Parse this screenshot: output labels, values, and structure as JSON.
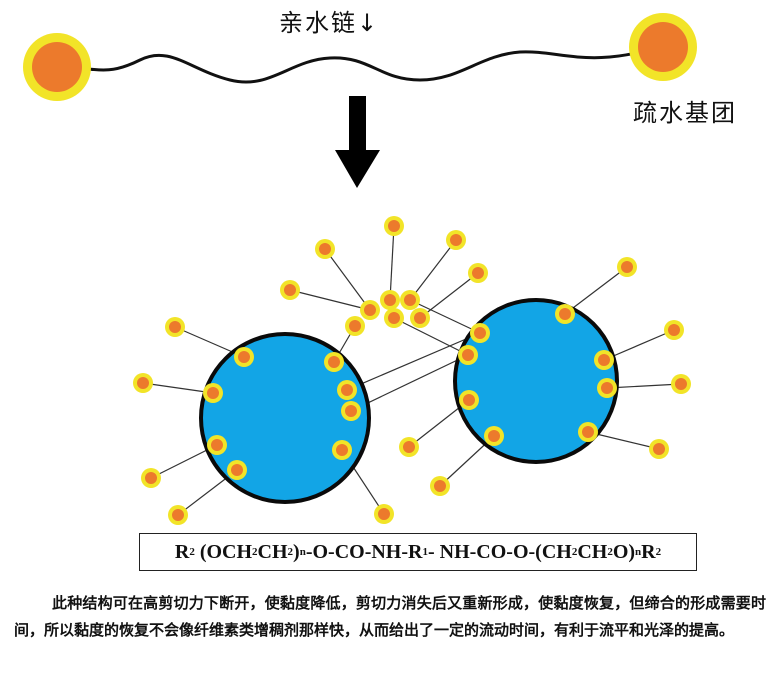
{
  "labels": {
    "hydrophilic_chain": "亲水链↓",
    "hydrophobic_group": "疏水基团"
  },
  "formula": {
    "r2_left": "R",
    "r2_left_sup": "2",
    "part_och2ch2_a": "(OCH",
    "sub_2a": "2",
    "part_ch": "CH",
    "sub_2b": "2",
    "part_close": ")",
    "sub_n1": "n",
    "part_mid": " -O-CO-NH-R",
    "sup_1": "1",
    "part_mid2": " - NH-CO-O-(CH",
    "sub_2c": "2",
    "part_ch2": " CH",
    "sub_2d": "2",
    "part_o": " O)",
    "sub_n2": "n",
    "r2_right": " R",
    "r2_right_sup": "2"
  },
  "caption": "此种结构可在高剪切力下断开，使黏度降低，剪切力消失后又重新形成，使黏度恢复，但缔合的形成需要时间，所以黏度的恢复不会像纤维素类增稠剂那样快，从而给出了一定的流动时间，有利于流平和光泽的提高。",
  "colors": {
    "micelle_fill": "#12a5e6",
    "micelle_stroke": "#0a0a0a",
    "node_outer": "#f2e428",
    "node_inner": "#ec7a2c",
    "line": "#222222",
    "arrow": "#000000"
  }
}
